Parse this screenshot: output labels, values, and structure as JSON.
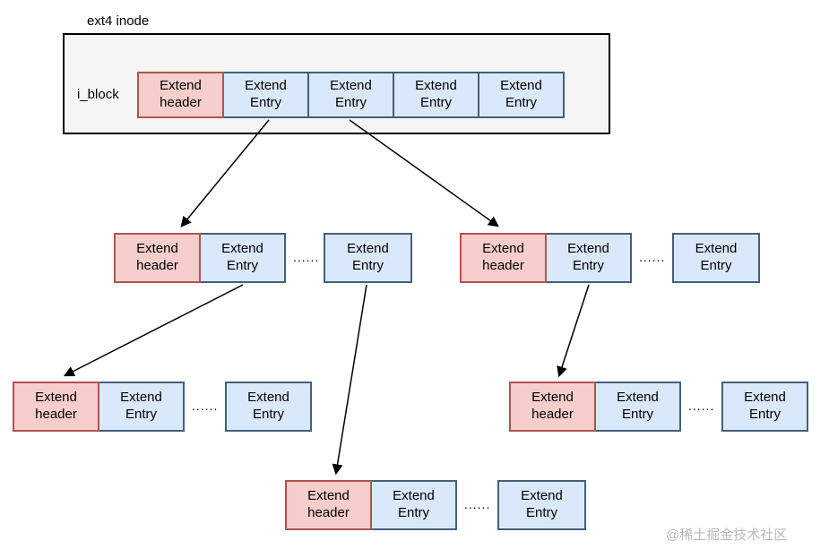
{
  "diagram": {
    "inode_label": "ext4 inode",
    "iblock_label": "i_block",
    "watermark": "@稀土掘金技术社区",
    "colors": {
      "header_fill": "#f8cecc",
      "header_border": "#b05450",
      "entry_fill": "#dae8fc",
      "entry_border": "#44607a",
      "inode_fill": "#f5f5f5",
      "inode_border": "#000000",
      "arrow": "#000000",
      "watermark": "#b9b9b9"
    },
    "nodes": [
      {
        "id": "root",
        "cells": [
          "Extend header",
          "Extend Entry",
          "Extend Entry",
          "Extend Entry",
          "Extend Entry"
        ]
      },
      {
        "id": "level2-left",
        "cells": [
          "Extend header",
          "Extend Entry"
        ],
        "dots": "......",
        "tail": "Extend Entry"
      },
      {
        "id": "level2-right",
        "cells": [
          "Extend header",
          "Extend Entry"
        ],
        "dots": "......",
        "tail": "Extend Entry"
      },
      {
        "id": "level3-left",
        "cells": [
          "Extend header",
          "Extend Entry"
        ],
        "dots": "......",
        "tail": "Extend Entry"
      },
      {
        "id": "level3-right",
        "cells": [
          "Extend header",
          "Extend Entry"
        ],
        "dots": "......",
        "tail": "Extend Entry"
      },
      {
        "id": "level4-center",
        "cells": [
          "Extend header",
          "Extend Entry"
        ],
        "dots": "......",
        "tail": "Extend Entry"
      }
    ]
  }
}
